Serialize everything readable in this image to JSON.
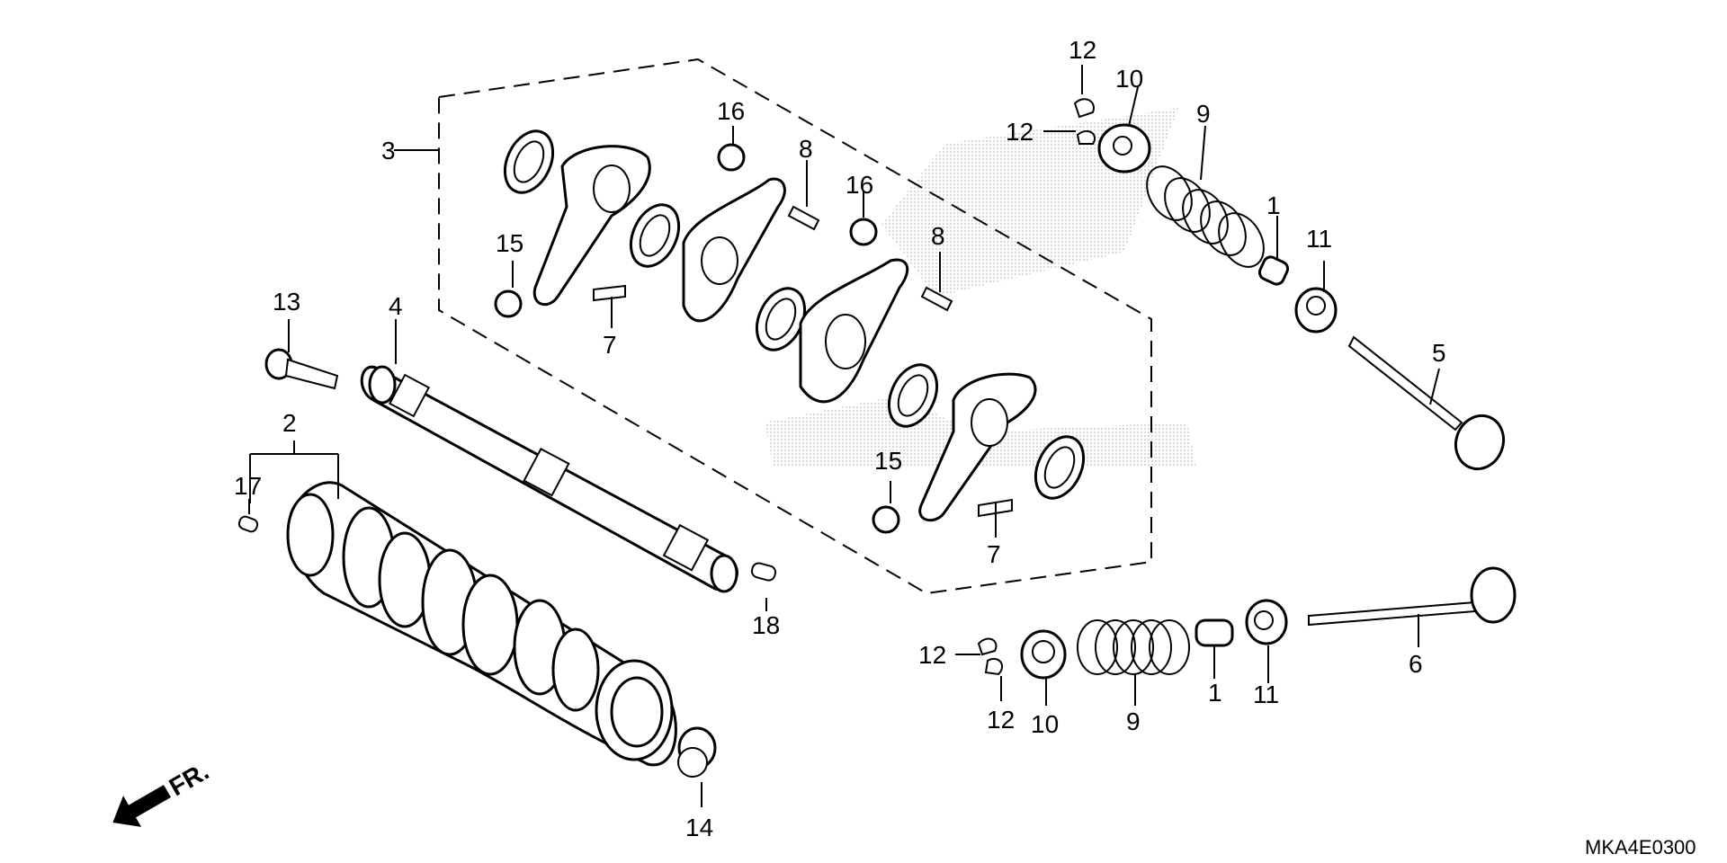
{
  "callouts": {
    "c1a": "1",
    "c1b": "1",
    "c2": "2",
    "c3": "3",
    "c4": "4",
    "c5": "5",
    "c6": "6",
    "c7a": "7",
    "c7b": "7",
    "c8a": "8",
    "c8b": "8",
    "c9a": "9",
    "c9b": "9",
    "c10a": "10",
    "c10b": "10",
    "c11a": "11",
    "c11b": "11",
    "c12a": "12",
    "c12b": "12",
    "c12c": "12",
    "c12d": "12",
    "c13": "13",
    "c14": "14",
    "c15a": "15",
    "c15b": "15",
    "c16a": "16",
    "c16b": "16",
    "c17": "17",
    "c18": "18"
  },
  "front_label": "FR.",
  "diagram_code": "MKA4E0300",
  "watermark_colors": {
    "dots": "#9a9a9a"
  }
}
